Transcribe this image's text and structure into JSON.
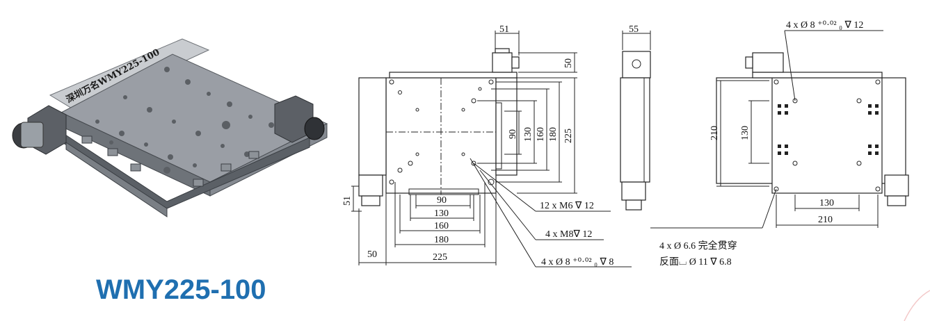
{
  "product": {
    "model": "WMY225-100",
    "engraving": "深圳万名WMY225-100",
    "model_color": "#1f6fb0"
  },
  "front_view": {
    "dims_top": "51",
    "dims_right": [
      "50",
      "90",
      "130",
      "160",
      "180",
      "225"
    ],
    "dims_bottom": [
      "90",
      "130",
      "160",
      "180",
      "225",
      "50"
    ],
    "dims_left": "51"
  },
  "side_view": {
    "dim_width": "55"
  },
  "back_view": {
    "dims_left": [
      "210",
      "130"
    ],
    "dims_bottom": [
      "130",
      "210"
    ]
  },
  "callouts": {
    "top_right": "4 x Ø 8 ⁺⁰·⁰² ₀ ∇ 12",
    "m6": "12 x  M6 ∇ 12",
    "m8": "4 x  M8∇ 12",
    "pin_holes": "4 x  Ø  8 ⁺⁰·⁰² ₀  ∇ 8",
    "through": "4 x  Ø  6.6 完全贯穿",
    "counterbore": "反面⌴  Ø  11 ∇ 6.8"
  }
}
